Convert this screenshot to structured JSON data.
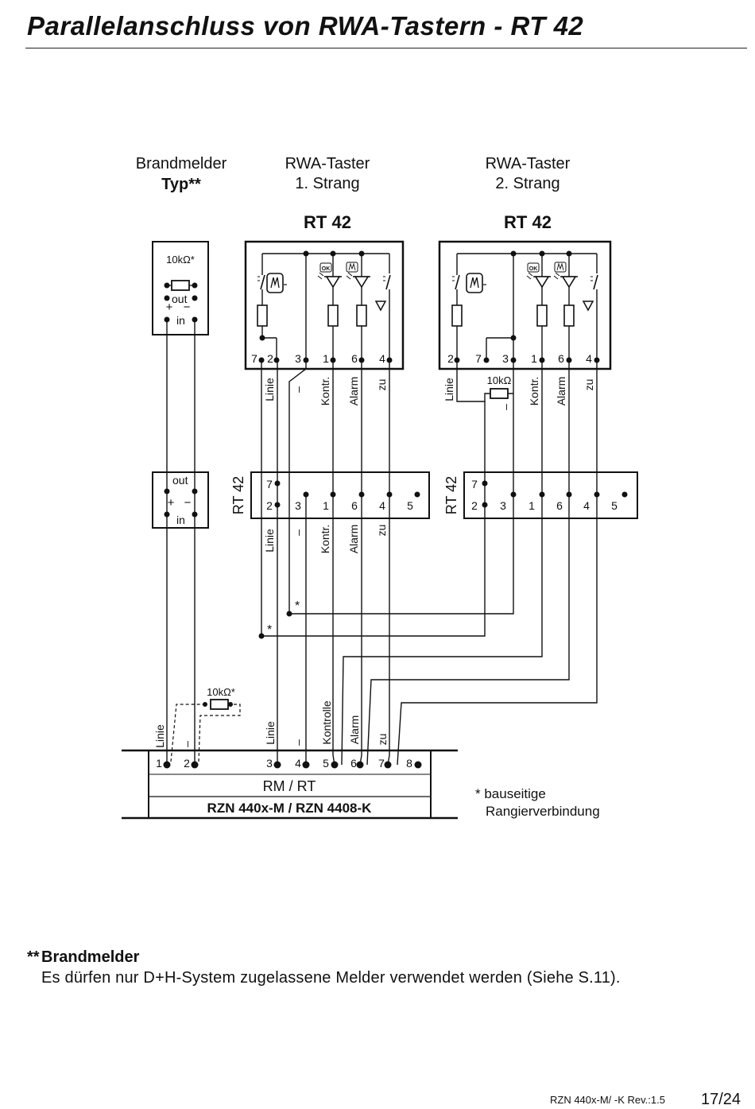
{
  "title": "Parallelanschluss von RWA-Tastern - RT 42",
  "headers": {
    "detector_line1": "Brandmelder",
    "detector_line2": "Typ**",
    "rwa1_line1": "RWA-Taster",
    "rwa1_line2": "1. Strang",
    "rwa2_line1": "RWA-Taster",
    "rwa2_line2": "2. Strang",
    "rt1": "RT 42",
    "rt2": "RT 42"
  },
  "detector": {
    "resistor_label": "10kΩ*",
    "out": "out",
    "in": "in",
    "plus": "+",
    "minus": "−"
  },
  "rt42_unit1": {
    "terminals": [
      "7",
      "2",
      "3",
      "1",
      "6",
      "4"
    ],
    "wire_labels": [
      "Linie",
      "–",
      "Kontr.",
      "Alarm",
      "zu"
    ]
  },
  "rt42_unit2": {
    "terminals": [
      "2",
      "7",
      "3",
      "1",
      "6",
      "4"
    ],
    "resistor_label": "10kΩ",
    "wire_labels": [
      "Linie",
      "–",
      "Kontr.",
      "Alarm",
      "zu"
    ]
  },
  "sockets": {
    "side_label": "RT 42",
    "top_terminal": "7",
    "bottom_terminals": [
      "2",
      "3",
      "1",
      "6",
      "4",
      "5"
    ],
    "wire_labels": [
      "Linie",
      "–",
      "Kontr.",
      "Alarm",
      "zu"
    ]
  },
  "star": "*",
  "control_panel": {
    "terminals": [
      "1",
      "2",
      "3",
      "4",
      "5",
      "6",
      "7",
      "8"
    ],
    "wire_labels": [
      "Linie",
      "–",
      "Linie",
      "–",
      "Kontrolle",
      "Alarm",
      "zu"
    ],
    "resistor_label": "10kΩ*",
    "row1": "RM / RT",
    "row2": "RZN 440x-M / RZN 4408-K"
  },
  "note": {
    "line1": "* bauseitige",
    "line2": "Rangierverbindung"
  },
  "footnote": {
    "stars": "**",
    "heading": "Brandmelder",
    "text": "Es dürfen nur D+H-System zugelassene Melder verwendet werden (Siehe S.11)."
  },
  "footer": {
    "doc": "RZN 440x-M/ -K   Rev.:1.5",
    "page": "17/24"
  }
}
